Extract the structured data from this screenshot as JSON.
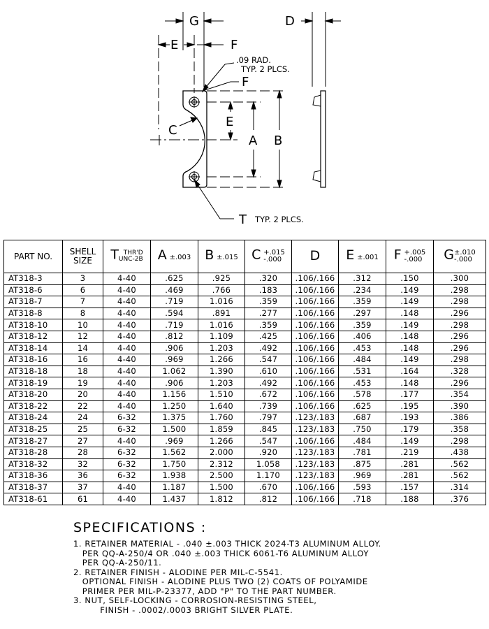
{
  "drawing": {
    "labels": {
      "g": "G",
      "d": "D",
      "e_top": "E",
      "f_top": "F",
      "rad_line1": ".09 RAD.",
      "rad_line2": "TYP. 2 PLCS.",
      "f_side": "F",
      "c": "C",
      "e_side": "E",
      "a": "A",
      "b": "B",
      "t": "T",
      "t_note": "TYP. 2 PLCS."
    }
  },
  "table": {
    "headers": {
      "part_no": "PART NO.",
      "shell_1": "SHELL",
      "shell_2": "SIZE",
      "t_letter": "T",
      "t_sup": "THR'D",
      "t_sub": "UNC-2B",
      "a_letter": "A",
      "a_tol": "±.003",
      "b_letter": "B",
      "b_tol": "±.015",
      "c_letter": "C",
      "c_tol_plus": "+.015",
      "c_tol_minus": "-.000",
      "d_letter": "D",
      "e_letter": "E",
      "e_tol": "±.001",
      "f_letter": "F",
      "f_tol_plus": "+.005",
      "f_tol_minus": "-.000",
      "g_letter": "G",
      "g_tol_plus": "±.010",
      "g_tol_minus": "-.000"
    },
    "rows": [
      [
        "AT318-3",
        "3",
        "4-40",
        ".625",
        ".925",
        ".320",
        ".106/.166",
        ".312",
        ".150",
        ".300"
      ],
      [
        "AT318-6",
        "6",
        "4-40",
        ".469",
        ".766",
        ".183",
        ".106/.166",
        ".234",
        ".149",
        ".298"
      ],
      [
        "AT318-7",
        "7",
        "4-40",
        ".719",
        "1.016",
        ".359",
        ".106/.166",
        ".359",
        ".149",
        ".298"
      ],
      [
        "AT318-8",
        "8",
        "4-40",
        ".594",
        ".891",
        ".277",
        ".106/.166",
        ".297",
        ".148",
        ".296"
      ],
      [
        "AT318-10",
        "10",
        "4-40",
        ".719",
        "1.016",
        ".359",
        ".106/.166",
        ".359",
        ".149",
        ".298"
      ],
      [
        "AT318-12",
        "12",
        "4-40",
        ".812",
        "1.109",
        ".425",
        ".106/.166",
        ".406",
        ".148",
        ".296"
      ],
      [
        "AT318-14",
        "14",
        "4-40",
        ".906",
        "1.203",
        ".492",
        ".106/.166",
        ".453",
        ".148",
        ".296"
      ],
      [
        "AT318-16",
        "16",
        "4-40",
        ".969",
        "1.266",
        ".547",
        ".106/.166",
        ".484",
        ".149",
        ".298"
      ],
      [
        "AT318-18",
        "18",
        "4-40",
        "1.062",
        "1.390",
        ".610",
        ".106/.166",
        ".531",
        ".164",
        ".328"
      ],
      [
        "AT318-19",
        "19",
        "4-40",
        ".906",
        "1.203",
        ".492",
        ".106/.166",
        ".453",
        ".148",
        ".296"
      ],
      [
        "AT318-20",
        "20",
        "4-40",
        "1.156",
        "1.510",
        ".672",
        ".106/.166",
        ".578",
        ".177",
        ".354"
      ],
      [
        "AT318-22",
        "22",
        "4-40",
        "1.250",
        "1.640",
        ".739",
        ".106/.166",
        ".625",
        ".195",
        ".390"
      ],
      [
        "AT318-24",
        "24",
        "6-32",
        "1.375",
        "1.760",
        ".797",
        ".123/.183",
        ".687",
        ".193",
        ".386"
      ],
      [
        "AT318-25",
        "25",
        "6-32",
        "1.500",
        "1.859",
        ".845",
        ".123/.183",
        ".750",
        ".179",
        ".358"
      ],
      [
        "AT318-27",
        "27",
        "4-40",
        ".969",
        "1.266",
        ".547",
        ".106/.166",
        ".484",
        ".149",
        ".298"
      ],
      [
        "AT318-28",
        "28",
        "6-32",
        "1.562",
        "2.000",
        ".920",
        ".123/.183",
        ".781",
        ".219",
        ".438"
      ],
      [
        "AT318-32",
        "32",
        "6-32",
        "1.750",
        "2.312",
        "1.058",
        ".123/.183",
        ".875",
        ".281",
        ".562"
      ],
      [
        "AT318-36",
        "36",
        "6-32",
        "1.938",
        "2.500",
        "1.170",
        ".123/.183",
        ".969",
        ".281",
        ".562"
      ],
      [
        "AT318-37",
        "37",
        "4-40",
        "1.187",
        "1.500",
        ".670",
        ".106/.166",
        ".593",
        ".157",
        ".314"
      ],
      [
        "AT318-61",
        "61",
        "4-40",
        "1.437",
        "1.812",
        ".812",
        ".106/.166",
        ".718",
        ".188",
        ".376"
      ]
    ]
  },
  "specifications": {
    "heading": "SPECIFICATIONS  :",
    "lines": [
      "1. RETAINER MATERIAL - .040 ±.003 THICK 2024-T3 ALUMINUM ALLOY.",
      "   PER QQ-A-250/4 OR .040 ±.003 THICK 6061-T6 ALUMINUM ALLOY",
      "   PER QQ-A-250/11.",
      "2. RETAINER FINISH - ALODINE PER MIL-C-5541.",
      "   OPTIONAL FINISH - ALODINE PLUS TWO (2) COATS OF POLYAMIDE",
      "   PRIMER PER MIL-P-23377, ADD \"P\" TO THE PART NUMBER.",
      "3. NUT, SELF-LOCKING - CORROSION-RESISTING STEEL,",
      "         FINISH - .0002/.0003 BRIGHT SILVER PLATE."
    ]
  }
}
